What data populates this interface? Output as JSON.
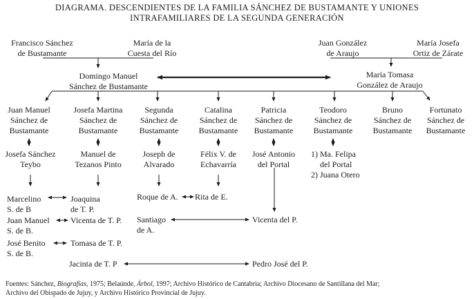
{
  "title": {
    "line1": "DIAGRAMA. DESCENDIENTES DE LA FAMILIA SÁNCHEZ DE BUSTAMANTE Y UNIONES",
    "line2": "INTRAFAMILIARES DE LA SEGUNDA GENERACIÓN"
  },
  "first_generation": {
    "francisco": [
      "Francisco Sánchez",
      "de Bustamante"
    ],
    "maria_cuesta": [
      "María de la",
      "Cuesta del Río"
    ],
    "juan_gonzalez": [
      "Juan González",
      "de Araujo"
    ],
    "maria_josefa": [
      "María Josefa",
      "Ortiz de Zárate"
    ]
  },
  "couple": {
    "domingo": [
      "Domingo Manuel",
      "Sánchez de Bustamante"
    ],
    "maria_tomasa": [
      "María Tomasa",
      "González de Araujo"
    ]
  },
  "children": [
    {
      "id": "juan_manuel",
      "name": [
        "Juan Manuel",
        "Sánchez de",
        "Bustamante"
      ],
      "spouse": [
        "Josefa Sánchez",
        "Teybo"
      ]
    },
    {
      "id": "josefa_martina",
      "name": [
        "Josefa Martina",
        "Sánchez de",
        "Bustamante"
      ],
      "spouse": [
        "Manuel de",
        "Tezanos Pinto"
      ]
    },
    {
      "id": "segunda",
      "name": [
        "Segunda",
        "Sánchez de",
        "Bustamante"
      ],
      "spouse": [
        "Joseph de",
        "Alvarado"
      ]
    },
    {
      "id": "catalina",
      "name": [
        "Catalina",
        "Sánchez de",
        "Bustamante"
      ],
      "spouse": [
        "Félix V. de",
        "Echavarría"
      ]
    },
    {
      "id": "patricia",
      "name": [
        "Patricia",
        "Sánchez de",
        "Bustamante"
      ],
      "spouse": [
        "José Antonio",
        "del Portal"
      ]
    },
    {
      "id": "teodoro",
      "name": [
        "Teodoro",
        "Sánchez de",
        "Bustamante"
      ],
      "spouse": [
        "1) Ma. Felipa",
        "del Portal",
        "2) Juana Otero"
      ]
    },
    {
      "id": "bruno",
      "name": [
        "Bruno",
        "Sánchez de",
        "Bustamante"
      ]
    },
    {
      "id": "fortunato",
      "name": [
        "Fortunato",
        "Sánchez de",
        "Bustamante"
      ]
    }
  ],
  "grandchildren": {
    "marcelino": [
      "Marcelino",
      "S. de B"
    ],
    "joaquina": [
      "Joaquina",
      "de T. P."
    ],
    "juan_manuel_sb": [
      "Juan Manuel",
      "S. de B."
    ],
    "vicenta_tp": "Vicenta de T. P.",
    "jose_benito": [
      "José Benito",
      "S. de B."
    ],
    "tomasa_tp": "Tomasa de T. P.",
    "jacinta_tp": "Jacinta de T. P",
    "roque": "Roque de A.",
    "rita": "Rita de E.",
    "santiago": [
      "Santiago",
      "de A."
    ],
    "vicenta_p": "Vicenta del P.",
    "pedro_jose": "Pedro José del P."
  },
  "sources": {
    "prefix": "Fuentes: Sánchez, ",
    "work1": "Biografías",
    "part2": ", 1975; Belaúnde, ",
    "work2": "Árbol",
    "part3": ", 1997; Archivo Histórico de Cantabria; Archivo Diocesano de Santillana del Mar;",
    "line2": "Archivo del Obispado de Jujuy, y Archivo Histórico Provincial de Jujuy."
  }
}
